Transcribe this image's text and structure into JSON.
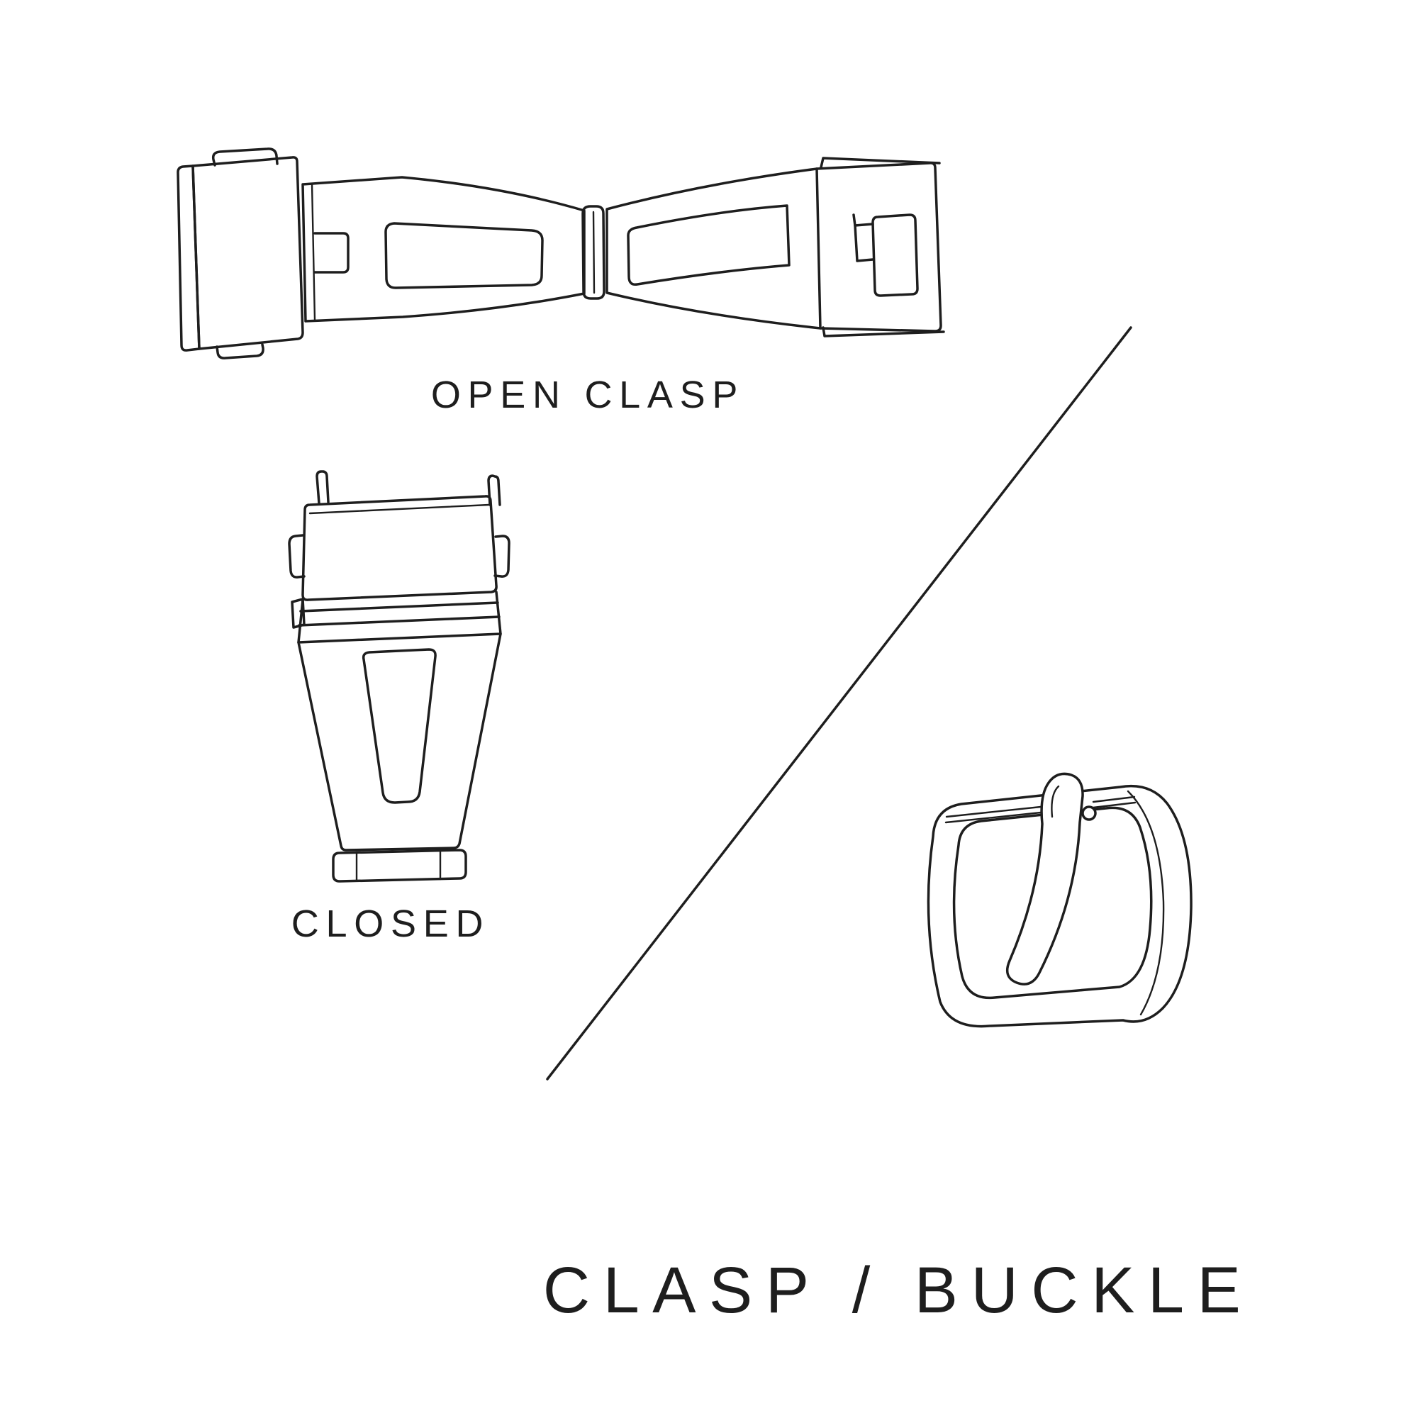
{
  "page": {
    "background_color": "#ffffff",
    "line_color": "#1e1e1e",
    "text_color": "#1e1e1e"
  },
  "labels": {
    "open_clasp": "OPEN CLASP",
    "closed": "CLOSED",
    "title": "CLASP / BUCKLE"
  },
  "illustrations": {
    "open_clasp": "open-clasp-line-drawing",
    "closed_clasp": "closed-clasp-line-drawing",
    "buckle": "tang-buckle-line-drawing",
    "divider": "diagonal-divider-line"
  }
}
